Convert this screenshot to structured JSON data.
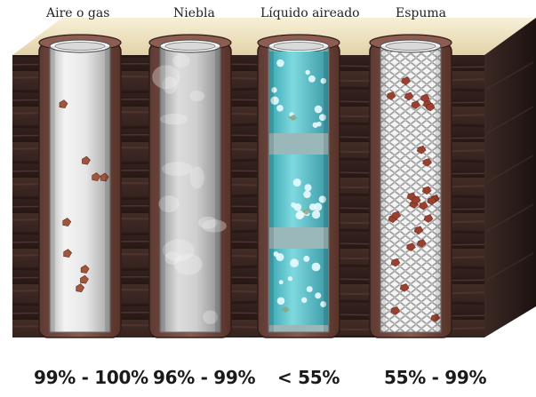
{
  "figure": {
    "columns": [
      {
        "title": "Aire o gas",
        "percentage": "99% - 100%",
        "fill": "air"
      },
      {
        "title": "Niebla",
        "percentage": "96% - 99%",
        "fill": "mist"
      },
      {
        "title": "Líquido aireado",
        "percentage": "< 55%",
        "fill": "aerated-liquid"
      },
      {
        "title": "Espuma",
        "percentage": "55% - 99%",
        "fill": "foam"
      }
    ],
    "colors": {
      "ground_surface": "#efe4c5",
      "rock_dark": "#3a2622",
      "rock_mid": "#5b3c34",
      "casing": "#7a4a40",
      "liquid": "#5fc7cf",
      "bubble": "#e8fbff",
      "cutting": "#a0563c",
      "pipe_white": "#f2f2f2",
      "pipe_gray": "#c9c9c9"
    }
  }
}
